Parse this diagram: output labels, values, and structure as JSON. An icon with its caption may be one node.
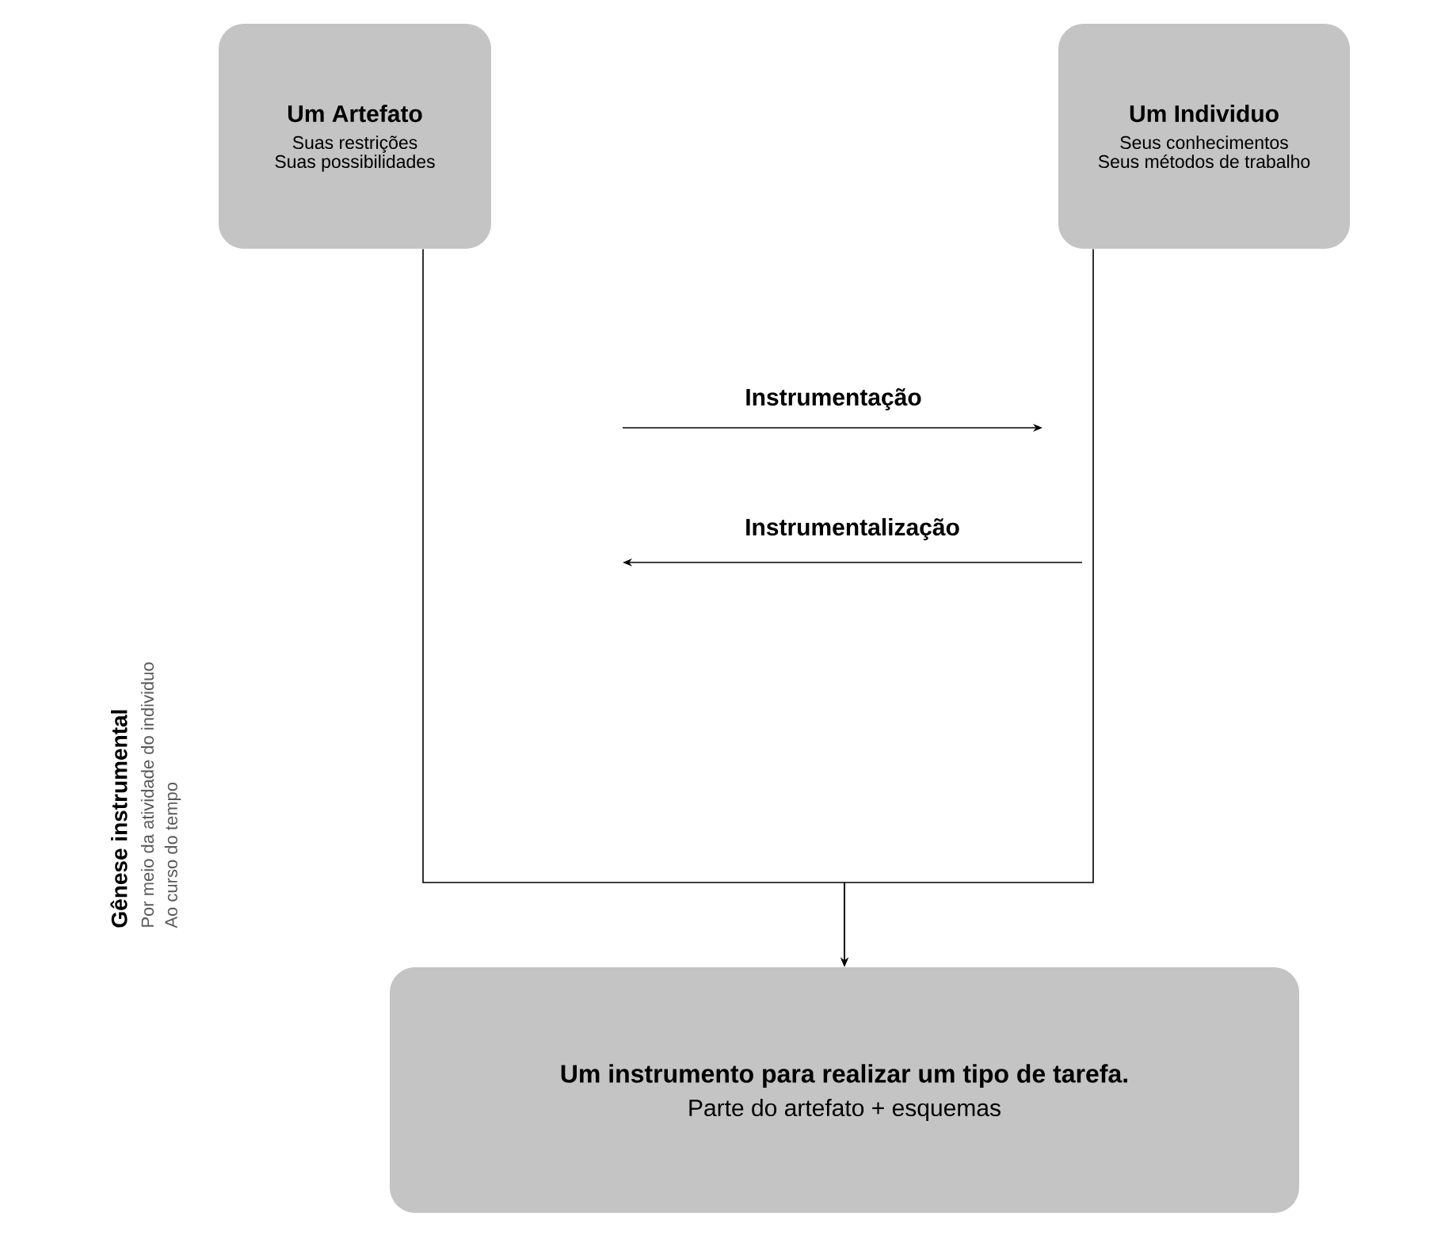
{
  "diagram": {
    "nodes": [
      {
        "text": [
          "Um Artefato",
          "Suas restrições",
          "Suas possibilidades"
        ]
      },
      {
        "text": [
          "Um Individuo",
          "Seus conhecimentos",
          "Seus métodos de trabalho"
        ]
      },
      {
        "text": [
          "Um instrumento para realizar um tipo de tarefa.",
          "Parte do artefato + esquemas"
        ]
      }
    ],
    "edges": [
      {
        "from": 0,
        "to": 2,
        "arrow": "to"
      },
      {
        "from": 1,
        "to": 2,
        "arrow": "to"
      }
    ],
    "labels": [
      "Gênese instrumental",
      "Por meio da atividade do individuo",
      "Ao curso do tempo",
      "Instrumentação",
      "Instrumentalização"
    ]
  }
}
